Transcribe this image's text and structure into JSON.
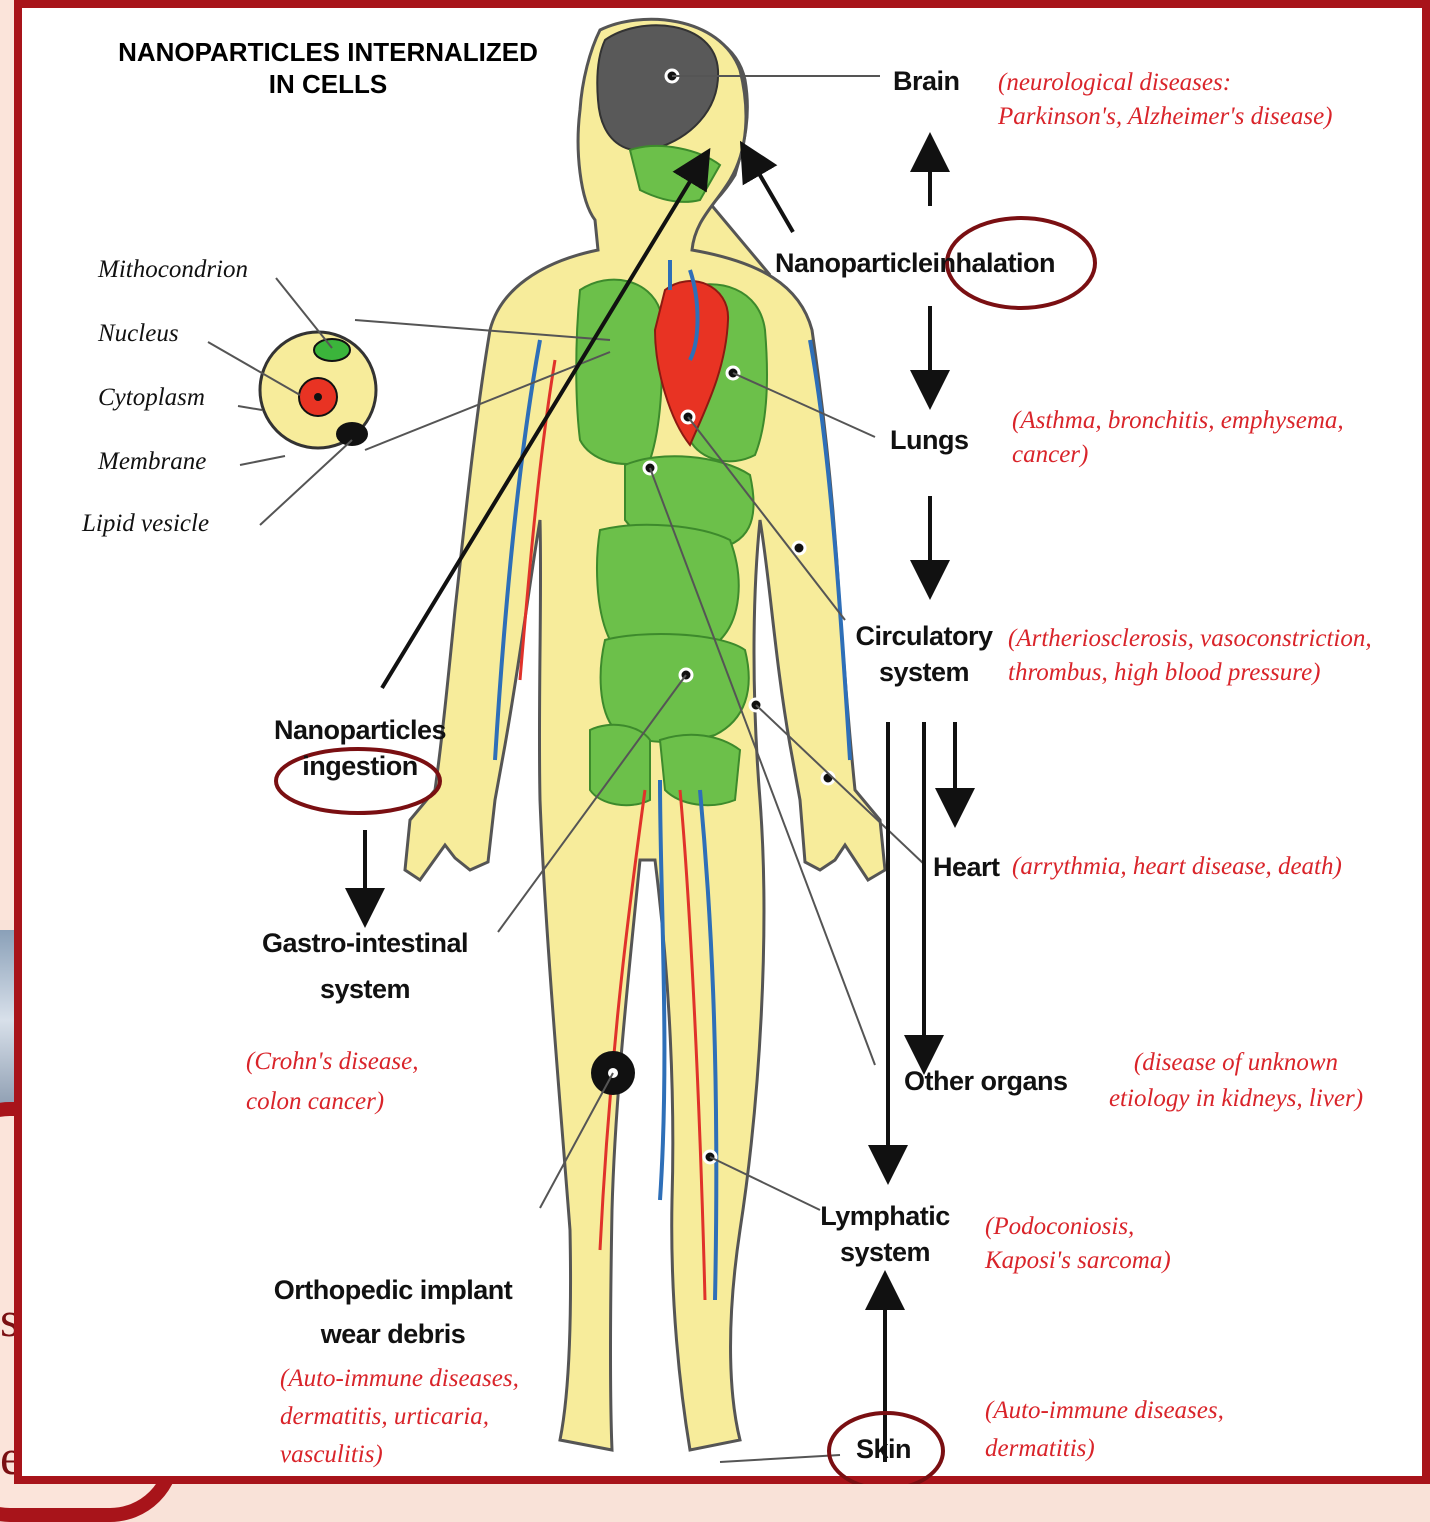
{
  "background": {
    "partial_text_1": "stán",
    "partial_text_2": "e se"
  },
  "diagram": {
    "title_line1": "NANOPARTICLES INTERNALIZED",
    "title_line2": "IN CELLS",
    "cell_parts": [
      "Mithocondrion",
      "Nucleus",
      "Cytoplasm",
      "Membrane",
      "Lipid vesicle"
    ],
    "brain": "Brain",
    "brain_dis_1": "(neurological diseases:",
    "brain_dis_2": "Parkinson's, Alzheimer's disease)",
    "inhalation_1": "Nanoparticle",
    "inhalation_2": "inhalation",
    "lungs": "Lungs",
    "lungs_dis_1": "(Asthma, bronchitis, emphysema,",
    "lungs_dis_2": "cancer)",
    "circ_1": "Circulatory",
    "circ_2": "system",
    "circ_dis_1": "(Artheriosclerosis, vasoconstriction,",
    "circ_dis_2": "thrombus, high blood pressure)",
    "heart": "Heart",
    "heart_dis": "(arrythmia, heart disease, death)",
    "other": "Other organs",
    "other_dis_1": "(disease of unknown",
    "other_dis_2": "etiology in kidneys, liver)",
    "lymph_1": "Lymphatic",
    "lymph_2": "system",
    "lymph_dis_1": "(Podoconiosis,",
    "lymph_dis_2": "Kaposi's sarcoma)",
    "skin": "Skin",
    "skin_dis_1": "(Auto-immune diseases,",
    "skin_dis_2": "dermatitis)",
    "ingest_1": "Nanoparticles",
    "ingest_2": "ingestion",
    "gi_1": "Gastro-intestinal",
    "gi_2": "system",
    "gi_dis_1": "(Crohn's disease,",
    "gi_dis_2": "colon cancer)",
    "ortho_1": "Orthopedic implant",
    "ortho_2": "wear debris",
    "ortho_dis_1": "(Auto-immune diseases,",
    "ortho_dis_2": "dermatitis, urticaria,",
    "ortho_dis_3": "vasculitis)"
  },
  "colors": {
    "frame": "#a8141a",
    "disease_text": "#d9242a",
    "highlight_circle": "#7a0f12",
    "body": "#f7ec9b",
    "organs": "#6cc04a"
  }
}
